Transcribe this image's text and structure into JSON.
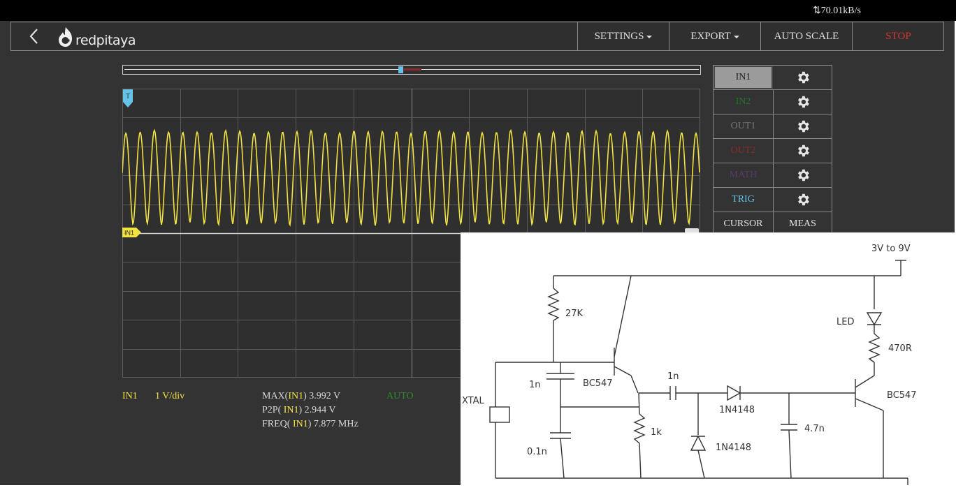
{
  "status": {
    "rate": "70.01kB/s"
  },
  "nav": {
    "logo": "redpitaya",
    "settings": "SETTINGS",
    "export": "EXPORT",
    "autoscale": "AUTO SCALE",
    "stop": "STOP"
  },
  "scope": {
    "trigger_marker": "T",
    "channel_marker": "IN1"
  },
  "panel": {
    "rows": [
      {
        "name": "IN1",
        "color": "#222222"
      },
      {
        "name": "IN2",
        "color": "#1f7a2a"
      },
      {
        "name": "OUT1",
        "color": "#777777"
      },
      {
        "name": "OUT2",
        "color": "#8b2b2b"
      },
      {
        "name": "MATH",
        "color": "#5a3a6a"
      },
      {
        "name": "TRIG",
        "color": "#66c3e8"
      }
    ],
    "cursor": "CURSOR",
    "meas": "MEAS"
  },
  "info": {
    "channel": "IN1",
    "scale": "1 V/div",
    "max_prefix": "MAX(",
    "max_ch": "IN1",
    "max_value": ") 3.992  V",
    "p2p_prefix": "P2P( ",
    "p2p_ch": "IN1",
    "p2p_value": ") 2.944  V",
    "freq_prefix": "FREQ( ",
    "freq_ch": "IN1",
    "freq_value": ") 7.877  MHz",
    "mode": "AUTO"
  },
  "schematic": {
    "supply": "3V to 9V",
    "r1": "27K",
    "c1": "1n",
    "q1": "BC547",
    "c2": "0.1n",
    "r2": "1k",
    "crystal": "XTAL",
    "c3": "1n",
    "d1": "1N4148",
    "d2": "1N4148",
    "c4": "4.7n",
    "led": "LED",
    "r3": "470R",
    "q2": "BC547"
  },
  "colors": {
    "trace": "#f2e342",
    "stop": "#d9362f",
    "auto": "#2d8a2d"
  }
}
